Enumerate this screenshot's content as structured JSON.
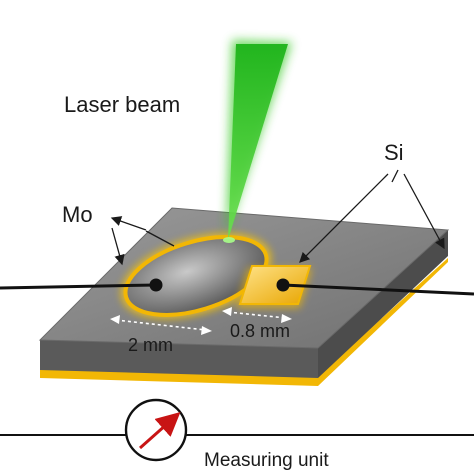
{
  "labels": {
    "laser_beam": "Laser beam",
    "mo": "Mo",
    "si": "Si",
    "dim_circle": "2 mm",
    "dim_square": "0.8 mm",
    "measuring_unit": "Measuring unit"
  },
  "icons": {
    "meter": "dial-gauge-icon"
  },
  "colors": {
    "laser": "#34c924",
    "gold": "#f2b705",
    "plate_top": "#8c8c8c",
    "plate_side": "#5e5e5e",
    "needle": "#c81414"
  }
}
